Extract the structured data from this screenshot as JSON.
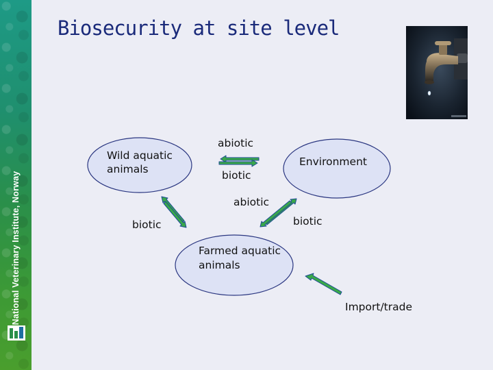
{
  "sidebar": {
    "institute_name": "National Veterinary Institute, Norway"
  },
  "title": "Biosecurity at site level",
  "photo": {
    "subject": "water-tap-icon"
  },
  "diagram": {
    "nodes": {
      "wild": [
        "Wild aquatic",
        "animals"
      ],
      "environment": "Environment",
      "farmed": [
        "Farmed aquatic",
        "animals"
      ]
    },
    "edge_labels": {
      "wild_env_abiotic": "abiotic",
      "wild_env_biotic": "biotic",
      "env_farmed_abiotic": "abiotic",
      "env_farmed_biotic": "biotic",
      "wild_farmed_biotic": "biotic",
      "import_trade": "Import/trade"
    }
  },
  "colors": {
    "title": "#1a2a7a",
    "ellipse_fill": "#dde2f5",
    "ellipse_stroke": "#2a3680",
    "arrow_fill": "#3aa84a",
    "arrow_stroke": "#1e4a96"
  }
}
